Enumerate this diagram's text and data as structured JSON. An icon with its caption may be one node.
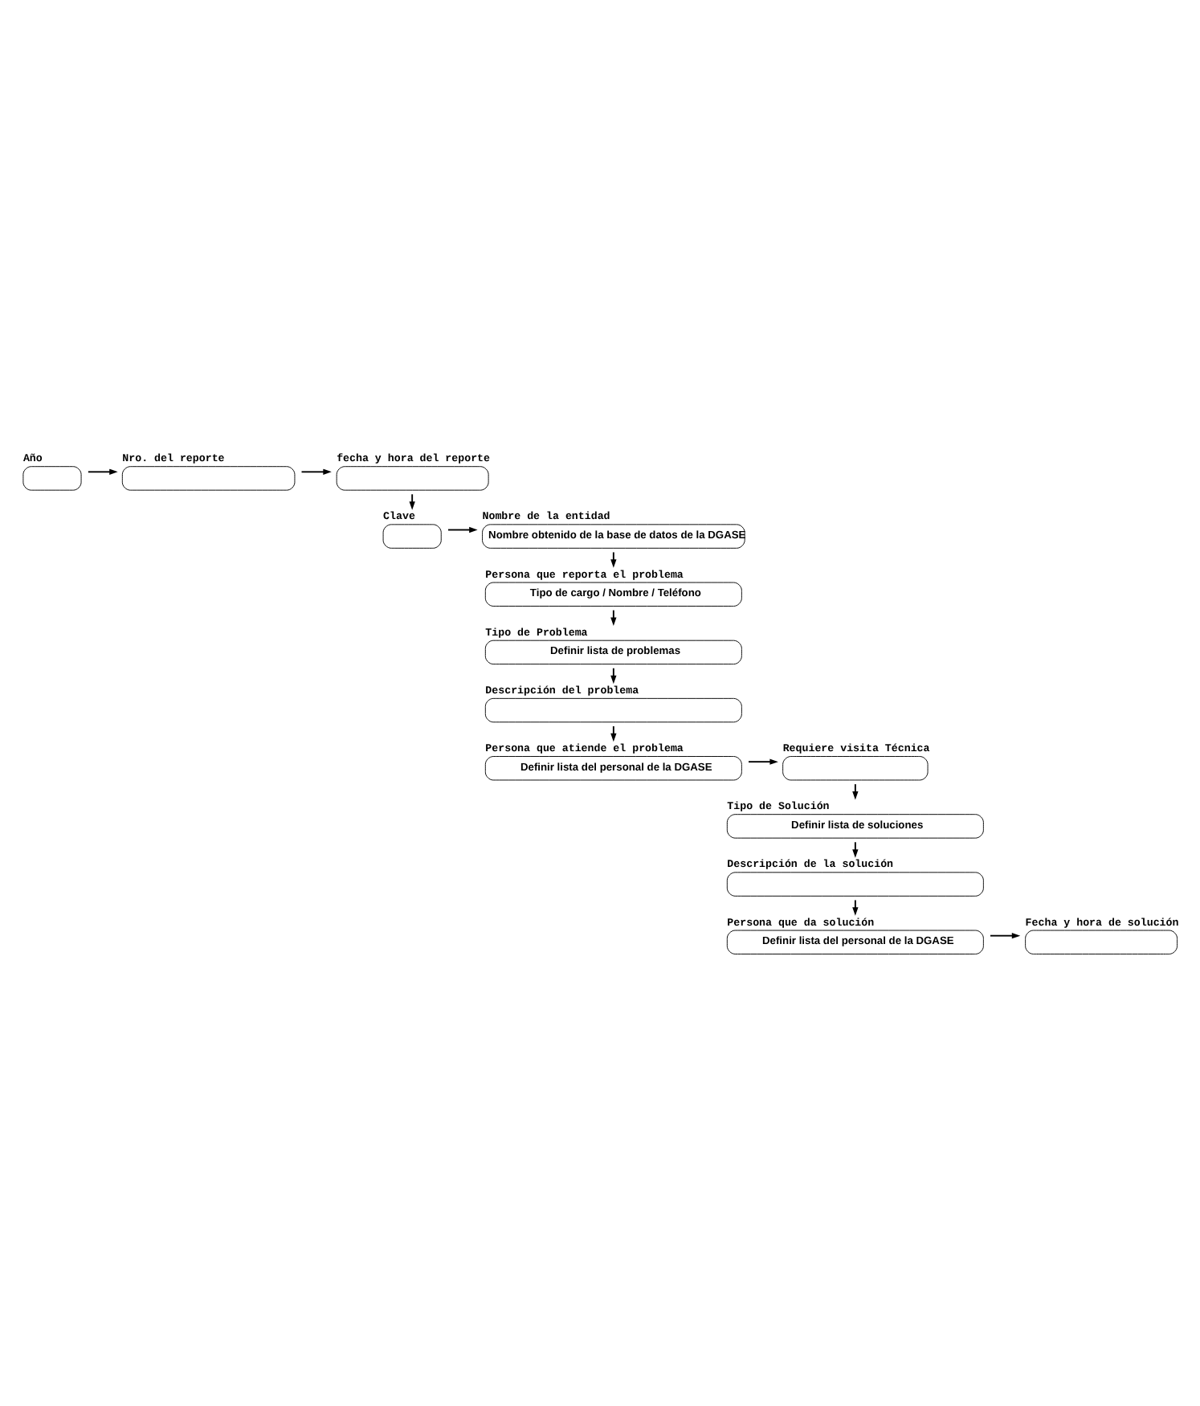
{
  "diagram": {
    "nodes": [
      {
        "text": [
          "Año"
        ]
      },
      {
        "text": [
          "Nro. del reporte"
        ]
      },
      {
        "text": [
          "fecha y hora del reporte"
        ]
      },
      {
        "text": [
          "Clave"
        ]
      },
      {
        "text": [
          "Nombre de la entidad",
          "Nombre obtenido de la base de datos de la DGASE"
        ]
      },
      {
        "text": [
          "Persona que reporta el problema",
          "Tipo de cargo / Nombre / Teléfono"
        ]
      },
      {
        "text": [
          "Tipo de Problema",
          "Definir lista de problemas"
        ]
      },
      {
        "text": [
          "Descripción del problema"
        ]
      },
      {
        "text": [
          "Persona que atiende el problema",
          "Definir lista del personal de la DGASE"
        ]
      },
      {
        "text": [
          "Requiere visita Técnica"
        ]
      },
      {
        "text": [
          "Tipo de Solución",
          "Definir lista de soluciones"
        ]
      },
      {
        "text": [
          "Descripción de la solución"
        ]
      },
      {
        "text": [
          "Persona que da solución",
          "Definir lista del personal de la DGASE"
        ]
      },
      {
        "text": [
          "Fecha y hora de solución"
        ]
      }
    ],
    "edges": [
      {
        "from": 0,
        "to": 1,
        "arrow": "to"
      },
      {
        "from": 1,
        "to": 2,
        "arrow": "to"
      },
      {
        "from": 2,
        "to": 3,
        "arrow": "to"
      },
      {
        "from": 3,
        "to": 4,
        "arrow": "to"
      },
      {
        "from": 4,
        "to": 5,
        "arrow": "to"
      },
      {
        "from": 5,
        "to": 6,
        "arrow": "to"
      },
      {
        "from": 6,
        "to": 7,
        "arrow": "to"
      },
      {
        "from": 7,
        "to": 8,
        "arrow": "to"
      },
      {
        "from": 8,
        "to": 9,
        "arrow": "to"
      },
      {
        "from": 9,
        "to": 10,
        "arrow": "to"
      },
      {
        "from": 10,
        "to": 11,
        "arrow": "to"
      },
      {
        "from": 11,
        "to": 12,
        "arrow": "to"
      },
      {
        "from": 12,
        "to": 13,
        "arrow": "to"
      }
    ]
  }
}
